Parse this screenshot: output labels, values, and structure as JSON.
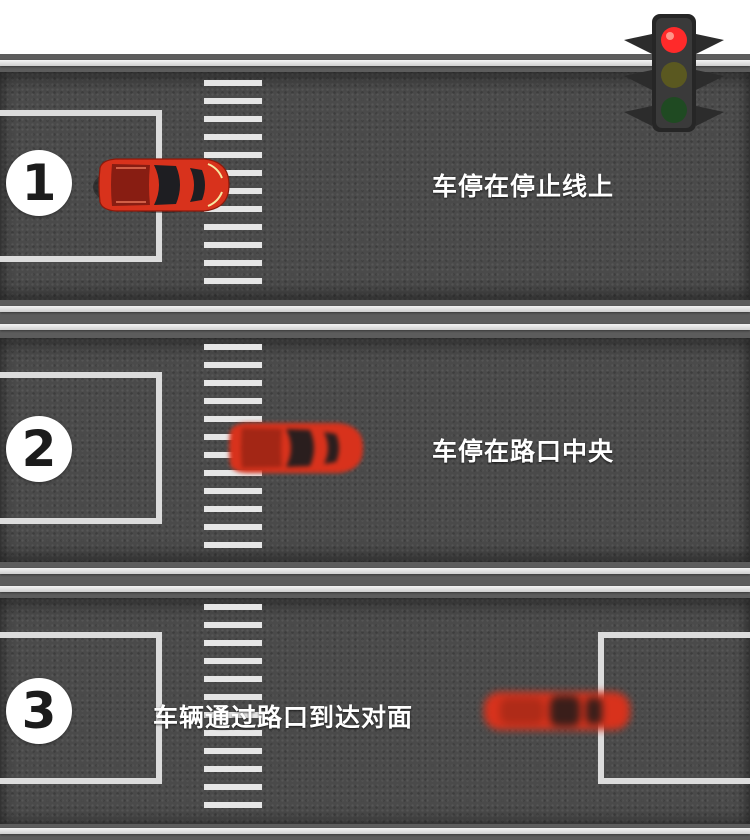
{
  "steps": [
    {
      "number": "1",
      "caption": "车停在停止线上"
    },
    {
      "number": "2",
      "caption": "车停在路口中央"
    },
    {
      "number": "3",
      "caption": "车辆通过路口到达对面"
    }
  ],
  "traffic_light": {
    "active": "red"
  },
  "colors": {
    "asphalt": "#4a4a4a",
    "lane_line": "#f0f0f0",
    "car_red": "#d8321c",
    "light_red": "#ff2a2a"
  }
}
